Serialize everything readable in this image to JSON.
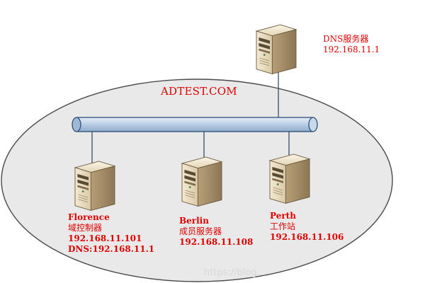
{
  "domain": {
    "name": "ADTEST.COM"
  },
  "dns_server": {
    "role": "DNS服务器",
    "ip": "192.168.11.1",
    "icon": "server-tower-icon"
  },
  "hosts": [
    {
      "name": "Florence",
      "role": "域控制器",
      "ip": "192.168.11.101",
      "dns": "DNS:192.168.11.1",
      "icon": "server-tower-icon"
    },
    {
      "name": "Berlin",
      "role": "成员服务器",
      "ip": "192.168.11.108",
      "icon": "server-tower-icon"
    },
    {
      "name": "Perth",
      "role": "工作站",
      "ip": "192.168.11.106",
      "icon": "server-tower-icon"
    }
  ],
  "watermark": "https://blog...",
  "colors": {
    "label_red": "#e00000",
    "ellipse_fill": "#e9e9e9",
    "bus_fill": "#b9cde4",
    "bus_stroke": "#2f4f7a"
  }
}
